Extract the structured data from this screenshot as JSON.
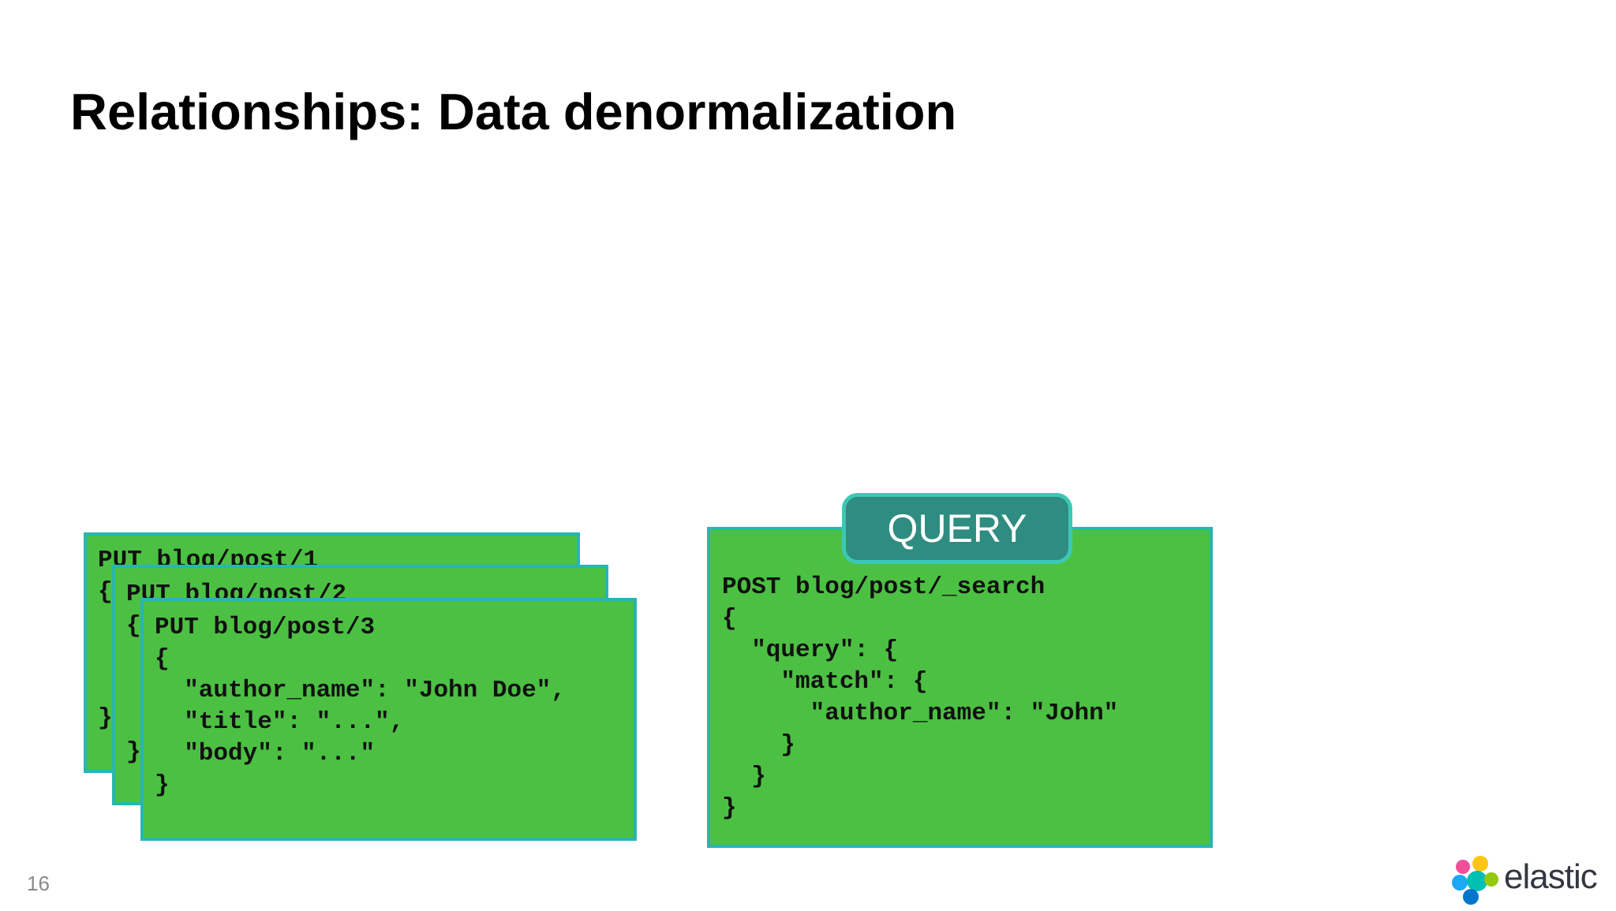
{
  "slide": {
    "title": "Relationships: Data denormalization",
    "page_number": "16"
  },
  "documents": [
    {
      "code": "PUT blog/post/1\n{\n\n\n\n}"
    },
    {
      "code": "PUT blog/post/2\n{\n\n\n\n}"
    },
    {
      "code": "PUT blog/post/3\n{\n  \"author_name\": \"John Doe\",\n  \"title\": \"...\",\n  \"body\": \"...\"\n}"
    }
  ],
  "query": {
    "tab_label": "QUERY",
    "code": "POST blog/post/_search\n{\n  \"query\": {\n    \"match\": {\n      \"author_name\": \"John\"\n    }\n  }\n}"
  },
  "logo": {
    "text": "elastic",
    "colors": [
      "#f04e98",
      "#fec514",
      "#00bfb3",
      "#1ba9f5",
      "#93c90e",
      "#0077cc"
    ]
  },
  "colors": {
    "card_fill": "#4cc043",
    "card_border": "#27b6b3",
    "tab_fill": "#2f8c80",
    "tab_border": "#3cc8b5"
  }
}
